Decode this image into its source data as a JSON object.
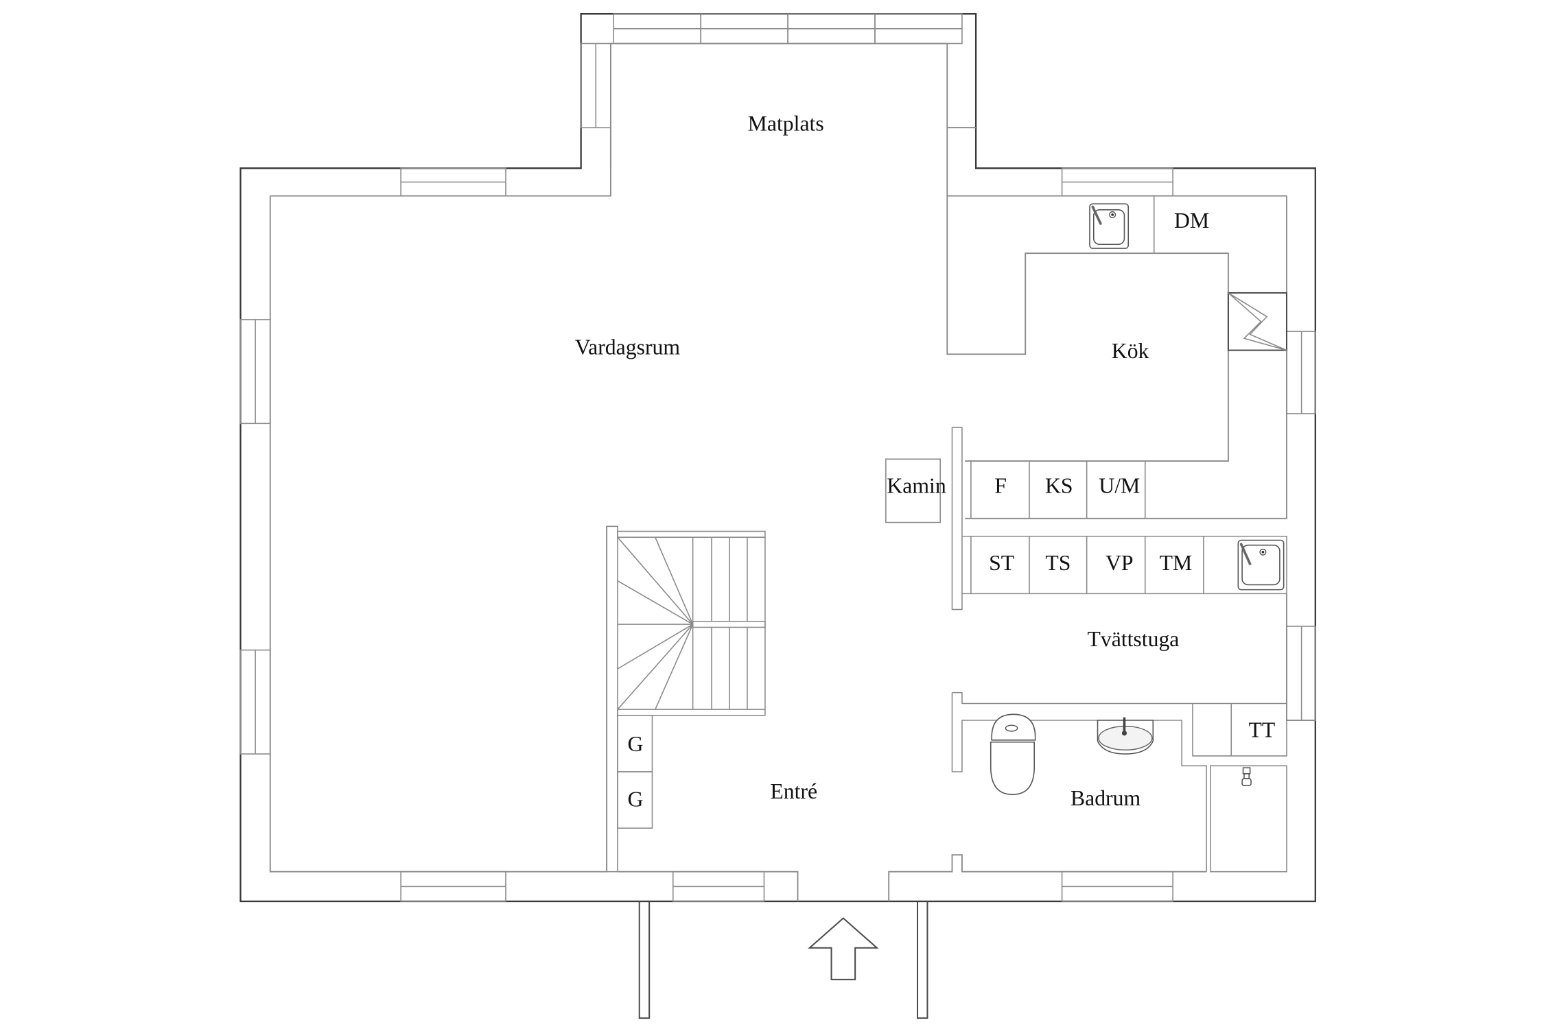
{
  "plan": {
    "rooms": {
      "matplats": "Matplats",
      "vardagsrum": "Vardagsrum",
      "kok": "Kök",
      "kamin": "Kamin",
      "tvattstuga": "Tvättstuga",
      "badrum": "Badrum",
      "entre": "Entré"
    },
    "appliances": {
      "dm": "DM",
      "f": "F",
      "ks": "KS",
      "um": "U/M",
      "st": "ST",
      "ts": "TS",
      "vp": "VP",
      "tm": "TM",
      "tt": "TT",
      "g1": "G",
      "g2": "G"
    },
    "icons": [
      "kitchen-sink-icon",
      "laundry-sink-icon",
      "chimney-icon",
      "staircase-icon",
      "toilet-icon",
      "washbasin-icon",
      "shower-icon",
      "entrance-arrow-icon"
    ],
    "colors": {
      "wall": "#3a3a3a",
      "line": "#8a8a8a",
      "background": "#ffffff"
    }
  }
}
